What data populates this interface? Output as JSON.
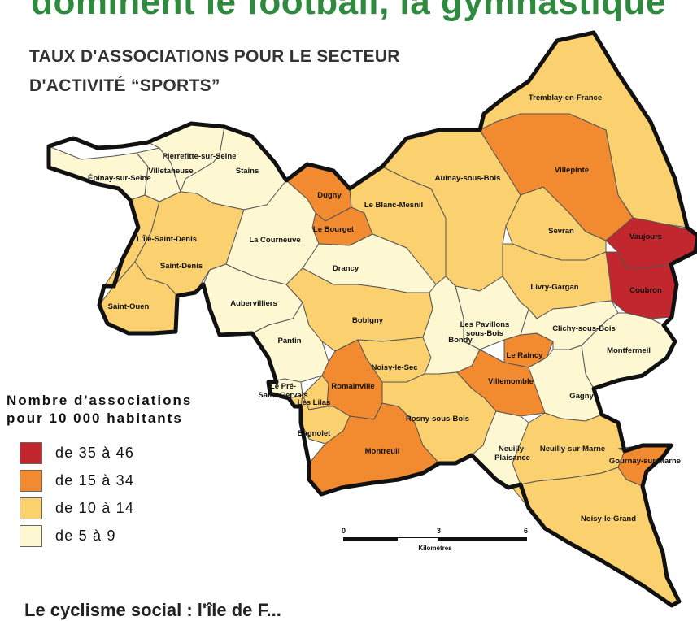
{
  "headline": "dominent le football, la gymnastique",
  "map_title": [
    "TAUX D'ASSOCIATIONS POUR LE SECTEUR",
    "D'ACTIVITÉ “SPORTS”"
  ],
  "legend": {
    "title": [
      "Nombre d'associations",
      "pour 10 000 habitants"
    ],
    "classes": [
      {
        "label": "de 35 à 46",
        "color": "#c1272d"
      },
      {
        "label": "de 15 à 34",
        "color": "#f28a30"
      },
      {
        "label": "de 10 à 14",
        "color": "#fbd06e"
      },
      {
        "label": "de 5 à 9",
        "color": "#fdf7d2"
      }
    ]
  },
  "scale": {
    "ticks": [
      "0",
      "3",
      "6"
    ],
    "unit": "Kilomètres"
  },
  "footer_text": "Le cyclisme social : l'île de F...",
  "communes": [
    {
      "name": "Épinay-sur-Seine",
      "class": 3
    },
    {
      "name": "Villetaneuse",
      "class": 3
    },
    {
      "name": "Pierrefitte-sur-Seine",
      "class": 3
    },
    {
      "name": "Stains",
      "class": 3
    },
    {
      "name": "L'Île-Saint-Denis",
      "class": 2
    },
    {
      "name": "Saint-Denis",
      "class": 2
    },
    {
      "name": "Saint-Ouen",
      "class": 2
    },
    {
      "name": "Dugny",
      "class": 1
    },
    {
      "name": "Le Bourget",
      "class": 1
    },
    {
      "name": "Le Blanc-Mesnil",
      "class": 2
    },
    {
      "name": "La Courneuve",
      "class": 3
    },
    {
      "name": "Aubervilliers",
      "class": 3
    },
    {
      "name": "Drancy",
      "class": 3
    },
    {
      "name": "Pantin",
      "class": 3
    },
    {
      "name": "Bobigny",
      "class": 2
    },
    {
      "name": "Le Pré-Saint-Gervais",
      "class": 3
    },
    {
      "name": "Les Lilas",
      "class": 2
    },
    {
      "name": "Romainville",
      "class": 1
    },
    {
      "name": "Noisy-le-Sec",
      "class": 2
    },
    {
      "name": "Bagnolet",
      "class": 2
    },
    {
      "name": "Montreuil",
      "class": 1
    },
    {
      "name": "Aulnay-sous-Bois",
      "class": 2
    },
    {
      "name": "Tremblay-en-France",
      "class": 2
    },
    {
      "name": "Villepinte",
      "class": 1
    },
    {
      "name": "Sevran",
      "class": 2
    },
    {
      "name": "Vaujours",
      "class": 0
    },
    {
      "name": "Coubron",
      "class": 0
    },
    {
      "name": "Livry-Gargan",
      "class": 2
    },
    {
      "name": "Les Pavillons-sous-Bois",
      "class": 3
    },
    {
      "name": "Bondy",
      "class": 3
    },
    {
      "name": "Le Raincy",
      "class": 1
    },
    {
      "name": "Clichy-sous-Bois",
      "class": 3
    },
    {
      "name": "Montfermeil",
      "class": 3
    },
    {
      "name": "Villemomble",
      "class": 1
    },
    {
      "name": "Gagny",
      "class": 3
    },
    {
      "name": "Rosny-sous-Bois",
      "class": 2
    },
    {
      "name": "Neuilly-Plaisance",
      "class": 3
    },
    {
      "name": "Neuilly-sur-Marne",
      "class": 2
    },
    {
      "name": "Gournay-sur-Marne",
      "class": 1
    },
    {
      "name": "Noisy-le-Grand",
      "class": 2
    }
  ]
}
